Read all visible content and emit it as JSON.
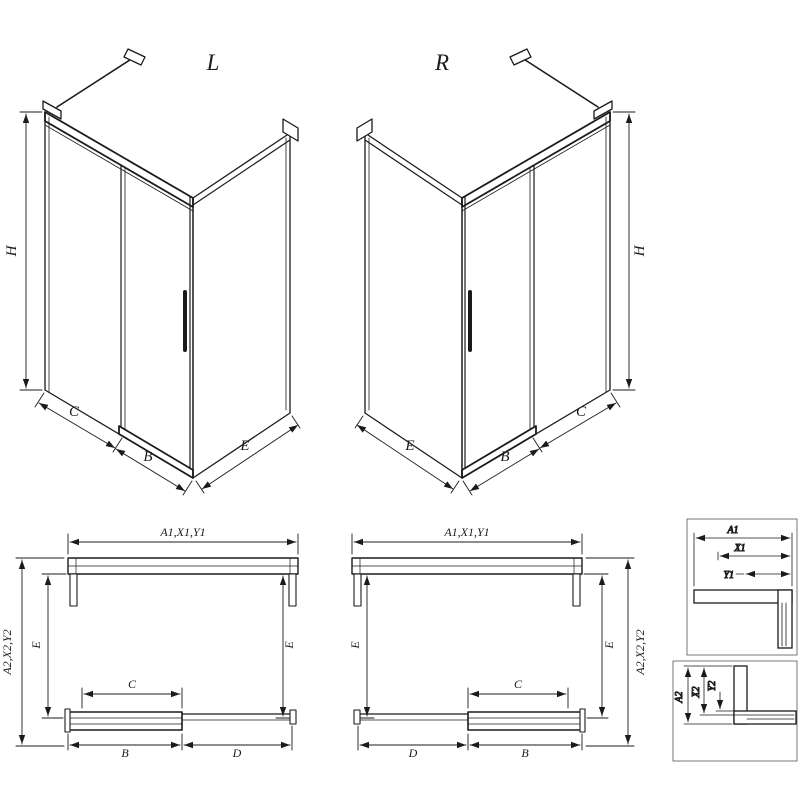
{
  "drawing": {
    "l_view": {
      "title": "L",
      "dim_h": "H",
      "dim_c": "C",
      "dim_b": "B",
      "dim_e": "E"
    },
    "r_view": {
      "title": "R",
      "dim_h": "H",
      "dim_c": "C",
      "dim_b": "B",
      "dim_e": "E"
    },
    "plan_l": {
      "dim_top": "A1,X1,Y1",
      "dim_side": "A2,X2,Y2",
      "dim_e_left": "E",
      "dim_e_right": "E",
      "dim_c": "C",
      "dim_b": "B",
      "dim_d": "D"
    },
    "plan_r": {
      "dim_top": "A1,X1,Y1",
      "dim_side": "A2,X2,Y2",
      "dim_e_left": "E",
      "dim_e_right": "E",
      "dim_c": "C",
      "dim_b": "B",
      "dim_d": "D"
    },
    "detail_top": {
      "dim_a": "A1",
      "dim_x": "X1",
      "dim_y": "Y1"
    },
    "detail_bottom": {
      "dim_a": "A2",
      "dim_x": "X2",
      "dim_y": "Y2"
    },
    "colors": {
      "line": "#1b1b1b",
      "background": "#ffffff"
    }
  }
}
